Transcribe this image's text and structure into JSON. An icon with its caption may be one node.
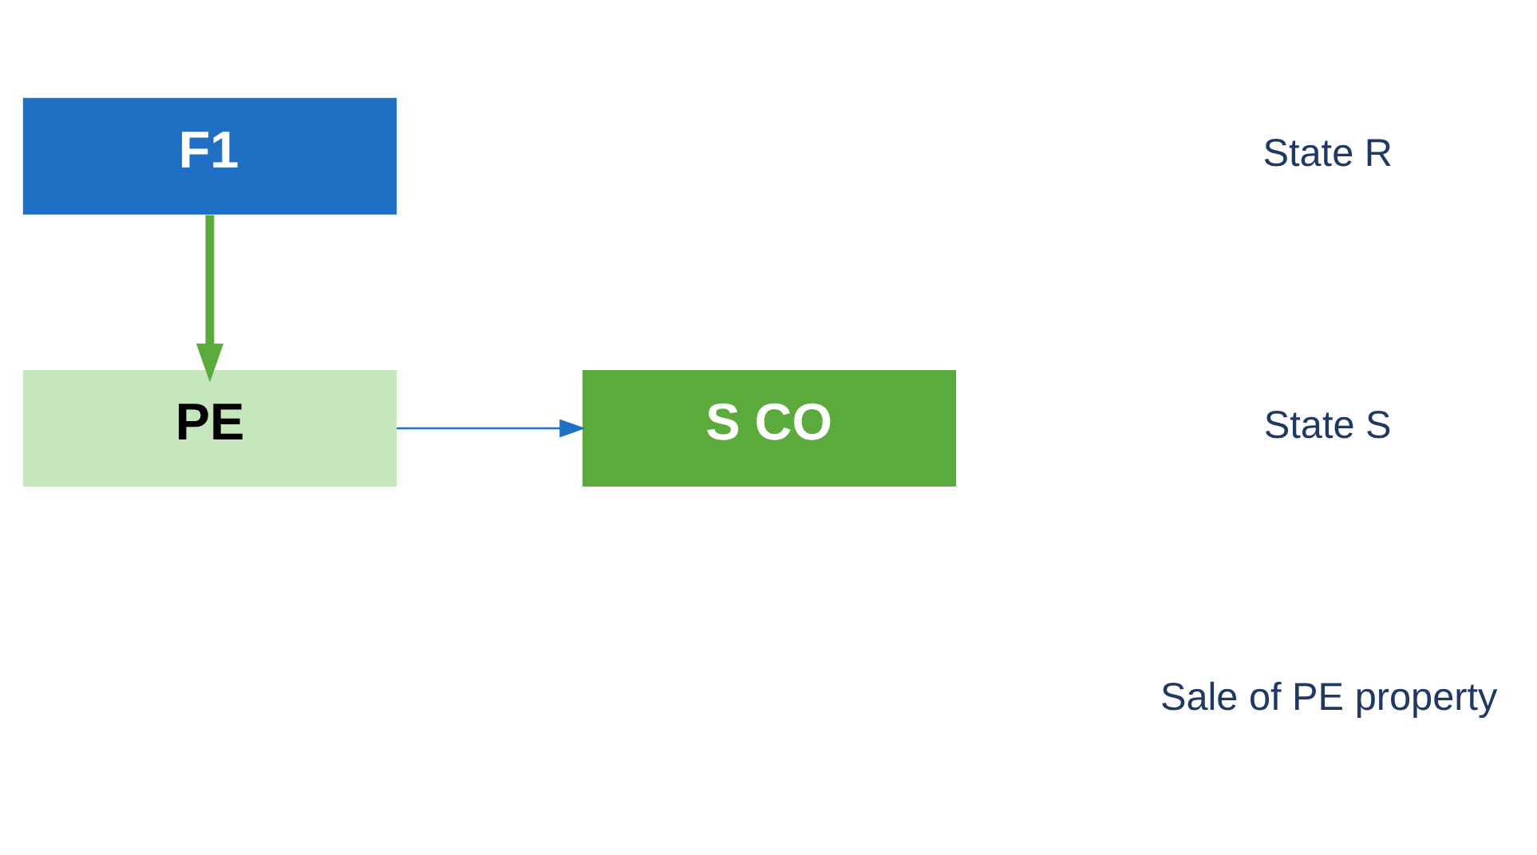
{
  "diagram": {
    "nodes": [
      {
        "text": [
          "F1"
        ]
      },
      {
        "text": [
          "PE"
        ]
      },
      {
        "text": [
          "S CO"
        ]
      }
    ],
    "edges": [
      {
        "from": 0,
        "to": 1,
        "arrow": "to",
        "style": "thick",
        "color": "#5aab3c"
      },
      {
        "from": 1,
        "to": 2,
        "arrow": "to",
        "color": "#1f6fc4"
      }
    ],
    "labels": [
      "State R",
      "State S",
      "Sale of PE property"
    ]
  }
}
